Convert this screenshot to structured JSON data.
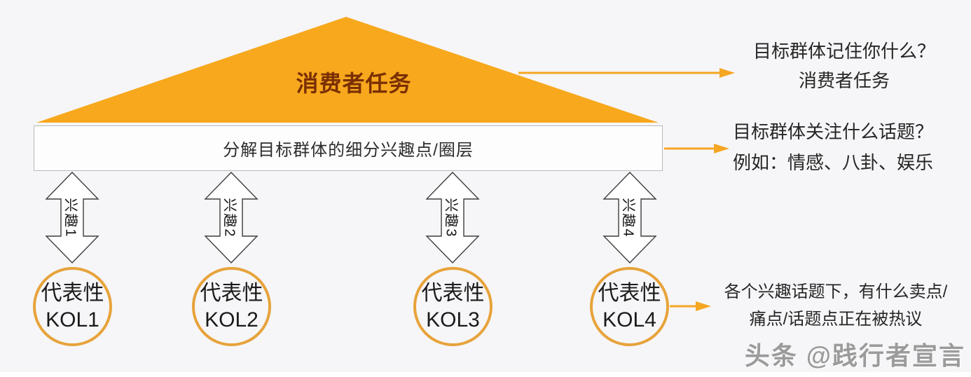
{
  "colors": {
    "pyramid_fill": "#F7A81D",
    "pyramid_text": "#7A2F04",
    "circle_border": "#E7A33B",
    "connector_arrow": "#F5A623",
    "body_text": "#262626",
    "watermark_text": "#9B9B9B"
  },
  "pyramid": {
    "label": "消费者任务"
  },
  "bar": {
    "label": "分解目标群体的细分兴趣点/圈层"
  },
  "interest_arrows": [
    {
      "label": "兴趣1"
    },
    {
      "label": "兴趣2"
    },
    {
      "label": "兴趣3"
    },
    {
      "label": "兴趣4"
    }
  ],
  "kols": [
    {
      "line1": "代表性",
      "line2": "KOL1"
    },
    {
      "line1": "代表性",
      "line2": "KOL2"
    },
    {
      "line1": "代表性",
      "line2": "KOL3"
    },
    {
      "line1": "代表性",
      "line2": "KOL4"
    }
  ],
  "annotations": [
    {
      "line1": "目标群体记住你什么？",
      "line2": "消费者任务"
    },
    {
      "line1": "目标群体关注什么话题？",
      "line2": "例如：情感、八卦、娱乐"
    },
    {
      "line1": "各个兴趣话题下，有什么卖点/",
      "line2": "痛点/话题点正在被热议"
    }
  ],
  "watermark": "头条 @践行者宣言"
}
